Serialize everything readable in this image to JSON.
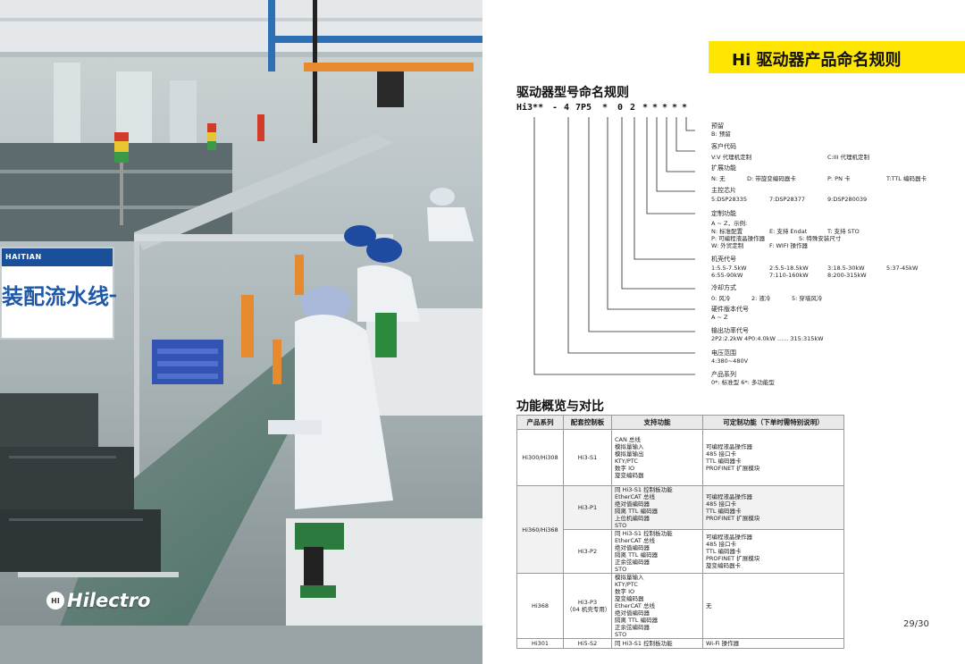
{
  "photo": {
    "sign_brand": "HAITIAN",
    "sign_text": "装配流水线一",
    "logo_mark": "HI",
    "logo_text": "Hilectro"
  },
  "doc": {
    "banner_title": "Hi 驱动器产品命名规则",
    "section1_title": "驱动器型号命名规则",
    "code_segments": [
      "Hi3**",
      "-",
      "4",
      "7P5",
      "*",
      "0",
      "2",
      "*",
      "*",
      "*",
      "*",
      "*"
    ],
    "fields": [
      {
        "name": "预留",
        "options": [
          "B: 预留"
        ]
      },
      {
        "name": "客户代码",
        "options": [
          "V:V 代理机定制",
          "C:III 代理机定制"
        ]
      },
      {
        "name": "扩展功能",
        "options": [
          "N: 无",
          "D: 带旋变编码器卡",
          "P: PN 卡",
          "T:TTL 编码器卡"
        ]
      },
      {
        "name": "主控芯片",
        "options": [
          "5:DSP28335",
          "7:DSP28377",
          "9:DSP280039"
        ]
      },
      {
        "name": "定制功能",
        "options": [
          "A ~ Z，示例:",
          "N: 标准配置",
          "E: 支持 Endat",
          "T: 支持 STO",
          "P: 可编程液晶操作器",
          "S: 特殊安装尺寸",
          "W: 外贸定制",
          "F: WIFI 操作器"
        ]
      },
      {
        "name": "机壳代号",
        "options": [
          "1:5.5-7.5kW",
          "2:5.5-18.5kW",
          "3:18.5-30kW",
          "5:37-45kW",
          "6:55-90kW",
          "7:110-160kW",
          "8:200-315kW"
        ]
      },
      {
        "name": "冷却方式",
        "options": [
          "0: 风冷",
          "2: 液冷",
          "5: 穿墙风冷"
        ]
      },
      {
        "name": "硬件版本代号",
        "options": [
          "A ~ Z"
        ]
      },
      {
        "name": "输出功率代号",
        "options": [
          "2P2:2.2kW   4P0:4.0kW   ......   315:315kW"
        ]
      },
      {
        "name": "电压范围",
        "options": [
          "4:380~480V"
        ]
      },
      {
        "name": "产品系列",
        "options": [
          "0*: 标准型  6*: 多功能型"
        ]
      }
    ],
    "section2_title": "功能概览与对比",
    "table": {
      "headers": [
        "产品系列",
        "配套控制板",
        "支持功能",
        "可定制功能（下单时需特别说明）"
      ],
      "rows": [
        {
          "series": "Hi300/Hi308",
          "board": "Hi3-S1",
          "features": "CAN 总线\n模拟量输入\n模拟量输出\nKTY/PTC\n数字 IO\n旋变编码器",
          "custom": "可编程液晶操作器\n485 接口卡\nTTL 编码器卡\nPROFINET 扩展模块"
        },
        {
          "series": "Hi360/Hi368",
          "board": "Hi3-P1",
          "features": "同 Hi3-S1 控制板功能\nEtherCAT 总线\n绝对值编码器\n隔离 TTL 编码器\n上位机编码器\nSTO",
          "custom": "可编程液晶操作器\n485 接口卡\nTTL 编码器卡\nPROFINET 扩展模块"
        },
        {
          "series": "",
          "board": "Hi3-P2",
          "features": "同 Hi3-S1 控制板功能\nEtherCAT 总线\n绝对值编码器\n隔离 TTL 编码器\n正余弦编码器\nSTO",
          "custom": "可编程液晶操作器\n485 接口卡\nTTL 编码器卡\nPROFINET 扩展模块\n旋变编码器卡"
        },
        {
          "series": "Hi368",
          "board": "Hi3-P3\n（04 机壳专用）",
          "features": "模拟量输入\nKTY/PTC\n数字 IO\n旋变编码器\nEtherCAT 总线\n绝对值编码器\n隔离 TTL 编码器\n正余弦编码器\nSTO",
          "custom": "无"
        },
        {
          "series": "Hi301",
          "board": "Hi5-S2",
          "features": "同 Hi3-S1 控制板功能",
          "custom": "Wi-Fi 操作器"
        }
      ]
    },
    "page_number": "29/30"
  }
}
